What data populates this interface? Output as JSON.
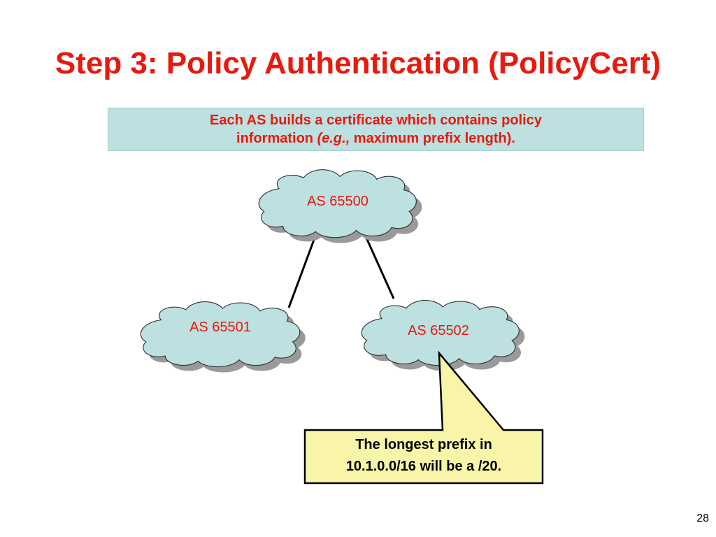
{
  "slide": {
    "title": "Step 3: Policy Authentication (PolicyCert)",
    "info": {
      "line1": "Each AS builds a certificate which contains policy",
      "line2_pre": "information ",
      "line2_em": "(e.g.,",
      "line2_post": " maximum prefix length)."
    },
    "page_number": "28"
  },
  "diagram": {
    "nodes": [
      {
        "id": "as65500",
        "label": "AS 65500"
      },
      {
        "id": "as65501",
        "label": "AS 65501"
      },
      {
        "id": "as65502",
        "label": "AS 65502"
      }
    ],
    "links": [
      {
        "from": "as65500",
        "to": "as65501"
      },
      {
        "from": "as65500",
        "to": "as65502"
      }
    ],
    "callout": {
      "target": "as65502",
      "line1": "The longest prefix in",
      "line2": "10.1.0.0/16 will be a /20."
    }
  },
  "colors": {
    "title": "#e8190e",
    "info_box_bg": "#bde0e0",
    "cloud_fill": "#bde0e0",
    "cloud_shadow": "#9a9a9a",
    "callout_fill": "#f8f4a8"
  }
}
